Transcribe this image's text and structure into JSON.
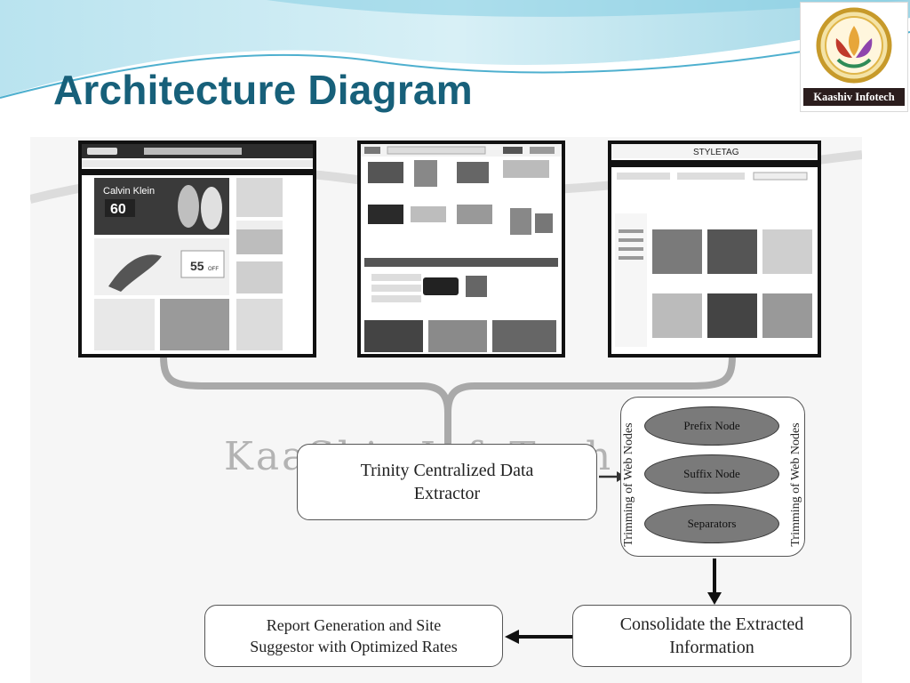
{
  "slide": {
    "title": "Architecture Diagram"
  },
  "logo": {
    "brand": "Kaashiv Infotech"
  },
  "watermark": "KaaShiv InfoTech",
  "diagram": {
    "extractor": "Trinity Centralized Data\nExtractor",
    "trimming_label": "Trimming of Web Nodes",
    "nodes": [
      "Prefix Node",
      "Suffix Node",
      "Separators"
    ],
    "consolidate": "Consolidate the Extracted\nInformation",
    "report": "Report Generation and Site\nSuggestor with Optimized Rates"
  },
  "screenshots": {
    "shot1": {
      "brand": "Calvin Klein",
      "offer1": "60",
      "offer2": "55",
      "offer_unit": "OFF"
    },
    "shot2": {},
    "shot3": {
      "brand": "STYLETAG"
    }
  },
  "colors": {
    "title": "#17607a",
    "banner": "#6fc3dd",
    "node_fill": "#7a7a7a",
    "logo_band": "#2b1d1d"
  }
}
